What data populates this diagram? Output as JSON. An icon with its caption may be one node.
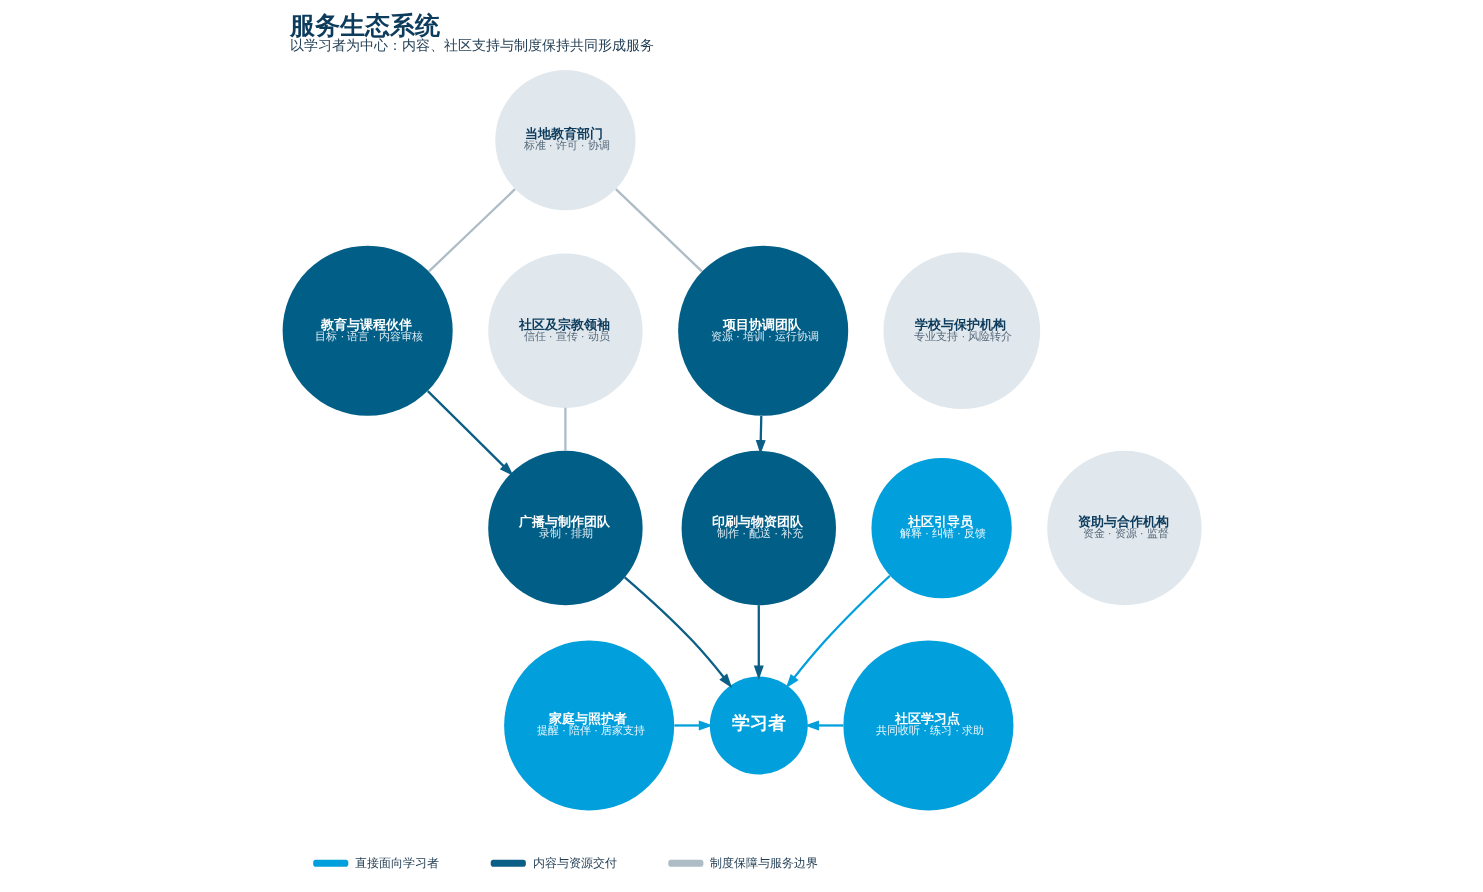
{
  "diagram": {
    "title": "服务生态系统",
    "caption": "以学习者为中心：内容、社区支持与制度保持共同形成服务",
    "nodes": [
      {
        "text": [
          "当地教育部门",
          "标准 · 许可 · 协调"
        ]
      },
      {
        "text": [
          "社区及宗教领袖",
          "信任 · 宣传 · 动员"
        ]
      },
      {
        "text": [
          "教育与课程伙伴",
          "目标 · 语言 · 内容审核"
        ]
      },
      {
        "text": [
          "项目协调团队",
          "资源 · 培训 · 运行协调"
        ]
      },
      {
        "text": [
          "学校与保护机构",
          "专业支持 · 风险转介"
        ]
      },
      {
        "text": [
          "社区引导员",
          "解释 · 纠错 · 反馈"
        ]
      },
      {
        "text": [
          "广播与制作团队",
          "录制 · 排期"
        ]
      },
      {
        "text": [
          "印刷与物资团队",
          "制作 · 配送 · 补充"
        ]
      },
      {
        "text": [
          "资助与合作机构",
          "资金 · 资源 · 监督"
        ]
      },
      {
        "text": [
          "家庭与照护者",
          "提醒 · 陪伴 · 居家支持"
        ]
      },
      {
        "text": [
          "学习者"
        ]
      },
      {
        "text": [
          "社区学习点",
          "共同收听 · 练习 · 求助"
        ]
      }
    ],
    "edges": [
      {
        "from": 0,
        "to": 2,
        "arrow": "none",
        "color": "#aebcc6"
      },
      {
        "from": 0,
        "to": 3,
        "arrow": "none",
        "color": "#aebcc6"
      },
      {
        "from": 1,
        "to": 6,
        "arrow": "none",
        "color": "#aebcc6"
      },
      {
        "from": 2,
        "to": 6,
        "arrow": "to"
      },
      {
        "from": 3,
        "to": 7,
        "arrow": "to"
      },
      {
        "from": 6,
        "to": 10,
        "arrow": "to"
      },
      {
        "from": 5,
        "to": 10,
        "arrow": "to",
        "color": "#019fdb"
      },
      {
        "from": 7,
        "to": 10,
        "arrow": "to"
      },
      {
        "from": 9,
        "to": 10,
        "arrow": "to",
        "color": "#019fdb"
      },
      {
        "from": 11,
        "to": 10,
        "arrow": "to",
        "color": "#019fdb"
      }
    ],
    "legend": [
      {
        "text": "直接面向学习者",
        "color": "#019fdb"
      },
      {
        "text": "内容与资源交付",
        "color": "#0b5e85"
      },
      {
        "text": "制度保障与服务边界",
        "color": "#aebcc6"
      }
    ]
  }
}
